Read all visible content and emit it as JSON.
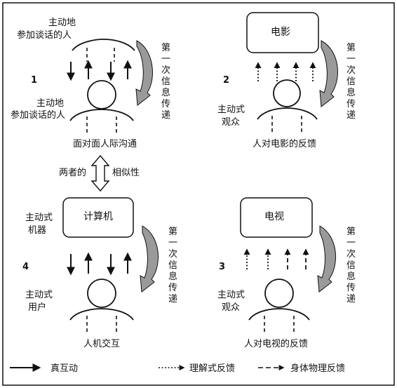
{
  "colors": {
    "ink": "#111111",
    "shade": "#9a9a9a",
    "background": "#ffffff"
  },
  "panel1": {
    "number": "1",
    "top_person_label": [
      "主动地",
      "参加谈话的人"
    ],
    "bottom_person_label": [
      "主动地",
      "参加谈话的人"
    ],
    "caption": "面对面人际沟通",
    "side_label": [
      "第",
      "一",
      "次",
      "信",
      "息",
      "传",
      "递"
    ]
  },
  "panel2": {
    "number": "2",
    "box_label": "电影",
    "person_label": [
      "主动式",
      "观众"
    ],
    "caption": "人对电影的反馈",
    "side_label": [
      "第",
      "一",
      "次",
      "信",
      "息",
      "传",
      "递"
    ]
  },
  "similarity": {
    "left": "两者的",
    "right": "相似性"
  },
  "panel4": {
    "number": "4",
    "box_label": "计算机",
    "machine_label": [
      "主动式",
      "机器"
    ],
    "person_label": [
      "主动式",
      "用户"
    ],
    "caption": "人机交互",
    "side_label": [
      "第",
      "一",
      "次",
      "信",
      "息",
      "传",
      "递"
    ]
  },
  "panel3": {
    "number": "3",
    "box_label": "电视",
    "person_label": [
      "主动式",
      "观众"
    ],
    "caption": "人对电视的反馈",
    "side_label": [
      "第",
      "一",
      "次",
      "信",
      "息",
      "传",
      "递"
    ]
  },
  "legend": {
    "true_interaction": "真互动",
    "understanding_feedback": "理解式反馈",
    "physical_feedback": "身体物理反馈"
  }
}
